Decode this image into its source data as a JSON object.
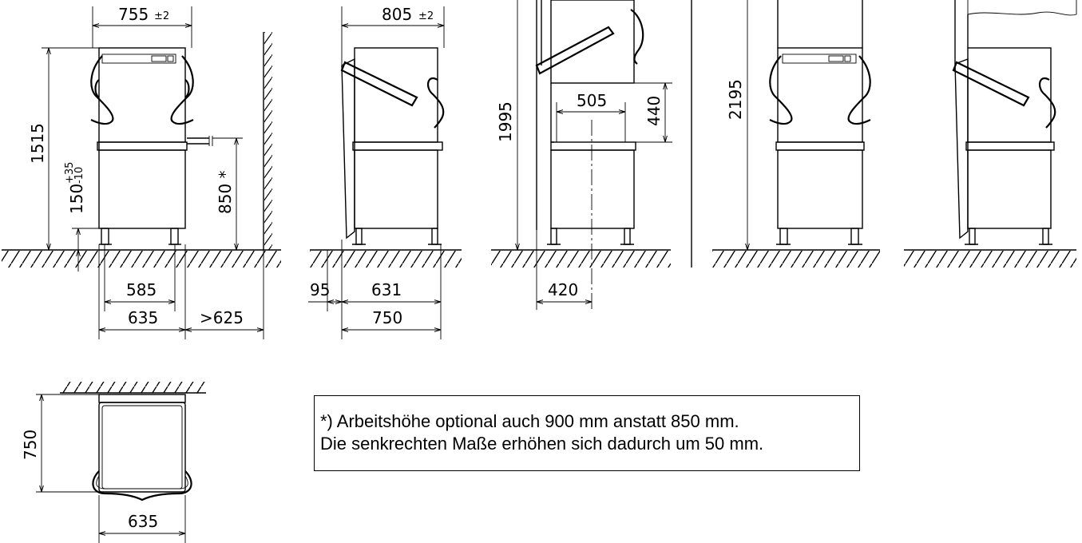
{
  "dimensions": {
    "v1_width_top": "755",
    "v1_width_tol": "±2",
    "v1_height": "1515",
    "v1_leg": "150",
    "v1_leg_tol_plus": "+35",
    "v1_leg_tol_minus": "-10",
    "v1_work_height": "850 *",
    "v1_w585": "585",
    "v1_w635": "635",
    "v1_clear": ">625",
    "v2_depth_top": "805",
    "v2_depth_tol": "±2",
    "v2_d95": "95",
    "v2_d631": "631",
    "v2_d750": "750",
    "v3_height_open": "1995",
    "v3_w505": "505",
    "v3_h440": "440",
    "v3_d420": "420",
    "v4_height": "2195",
    "plan_depth": "750",
    "plan_width": "635"
  },
  "note": {
    "line1": "*) Arbeitshöhe optional auch 900 mm anstatt 850 mm.",
    "line2": "Die senkrechten Maße erhöhen sich dadurch um 50 mm."
  }
}
